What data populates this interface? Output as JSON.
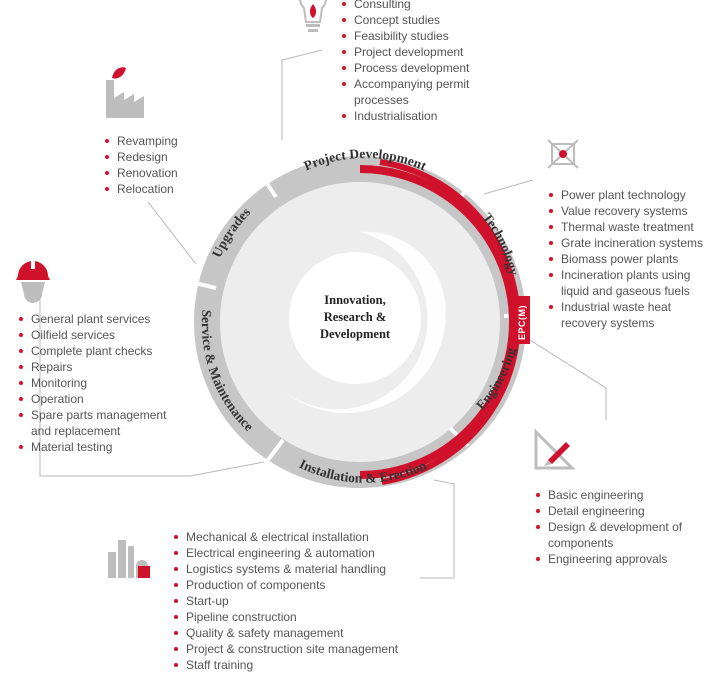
{
  "center": {
    "lines": [
      "Innovation,",
      "Research &",
      "Development"
    ]
  },
  "ring": {
    "segments": [
      "Project Development",
      "Technology",
      "Engineering",
      "Installation & Erection",
      "Service & Maintenance",
      "Upgrades"
    ],
    "epc_label": "EPC(M)"
  },
  "colors": {
    "accent": "#d0112b",
    "ring_gray": "#c6c6c6",
    "inner_gray": "#ededed",
    "icon_gray": "#bdbdbd",
    "text": "#555555"
  },
  "lists": {
    "project_development": [
      "Consulting",
      "Concept studies",
      "Feasibility studies",
      "Project development",
      "Process development",
      "Accompanying permit processes",
      "Industrialisation"
    ],
    "upgrades": [
      "Revamping",
      "Redesign",
      "Renovation",
      "Relocation"
    ],
    "technology": [
      "Power plant technology",
      "Value recovery systems",
      "Thermal waste treatment",
      "Grate incineration systems",
      "Biomass power plants",
      "Incineration plants using liquid and gaseous fuels",
      "Industrial waste heat recovery systems"
    ],
    "service": [
      "General plant services",
      "Oilfield services",
      "Complete plant checks",
      "Repairs",
      "Monitoring",
      "Operation",
      "Spare parts management and replacement",
      "Material testing"
    ],
    "engineering": [
      "Basic engineering",
      "Detail engineering",
      "Design & development of components",
      "Engineering approvals"
    ],
    "installation": [
      "Mechanical & electrical installation",
      "Electrical engineering & automation",
      "Logistics systems & material handling",
      "Production of components",
      "Start-up",
      "Pipeline construction",
      "Quality & safety management",
      "Project & construction site management",
      "Staff training"
    ]
  },
  "icons": [
    "lightbulb-icon",
    "factory-icon",
    "network-icon",
    "helmet-icon",
    "ruler-pencil-icon",
    "refinery-icon"
  ]
}
